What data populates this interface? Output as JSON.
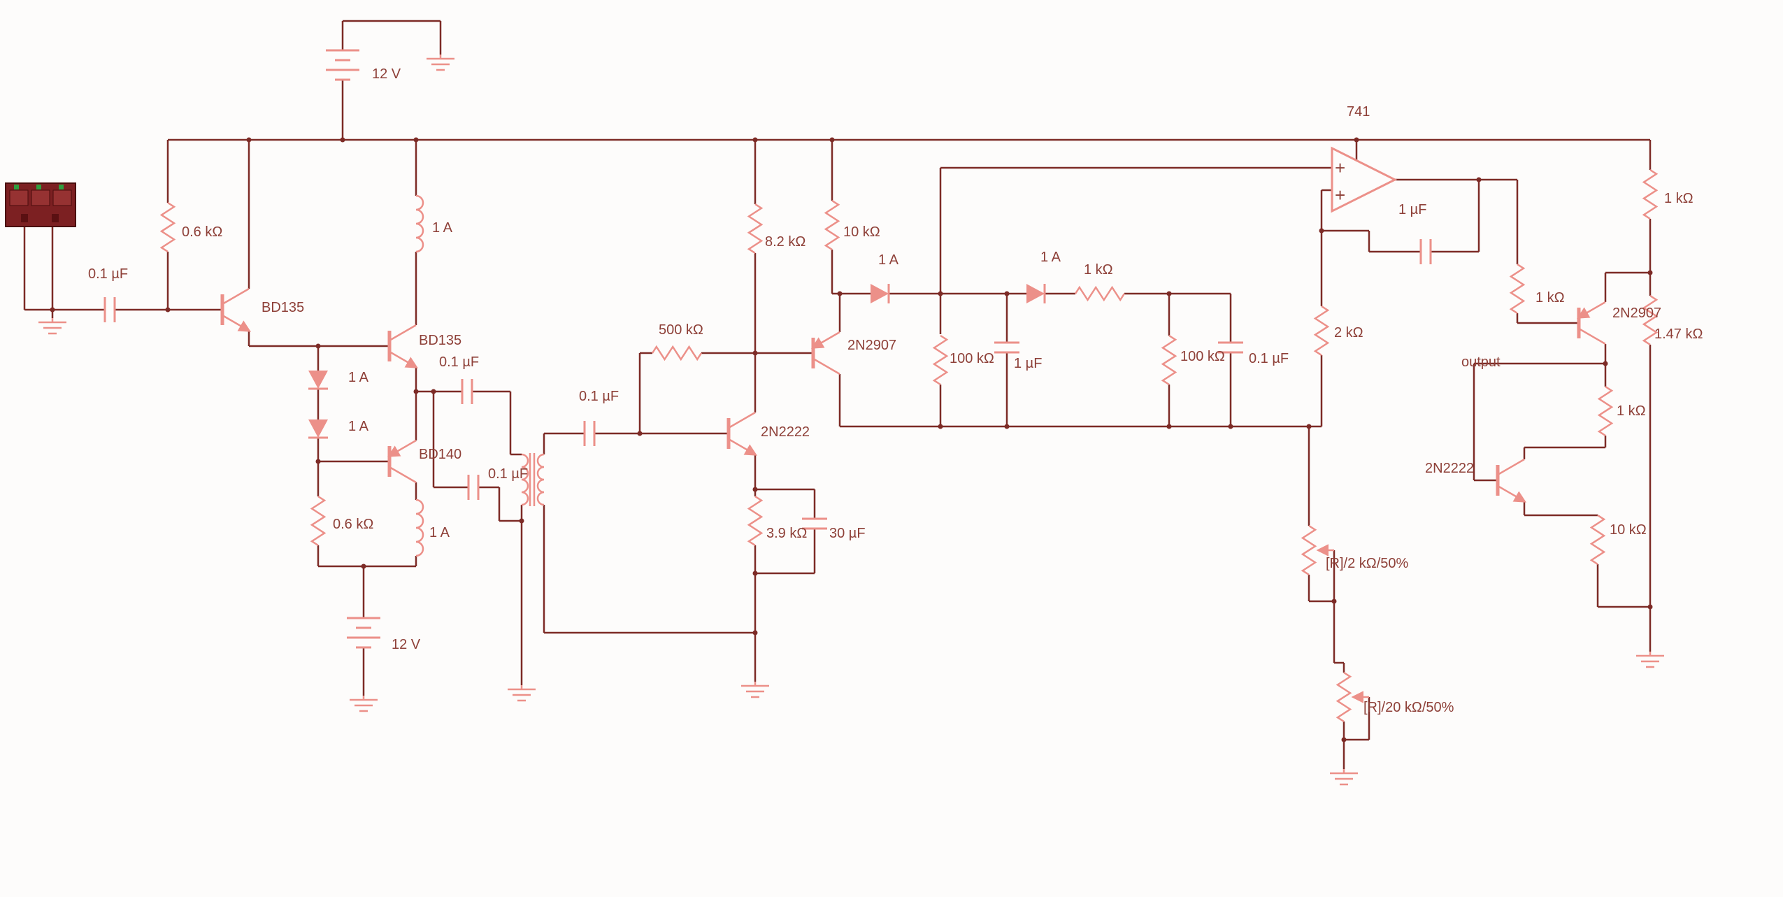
{
  "diagram": {
    "type": "circuit-schematic",
    "colors": {
      "wire": "#7d2b26",
      "component": "#ec9089",
      "text": "#8e4038",
      "connector": "#7c2022",
      "background": "#fdfcfb"
    },
    "power": {
      "top_battery": "12 V",
      "bottom_battery": "12 V"
    },
    "input_stage": {
      "coupling_cap": "0.1 µF",
      "bias_resistor": "0.6 kΩ",
      "q1": "BD135"
    },
    "driver_stage": {
      "choke_top": "1 A",
      "q2": "BD135",
      "coupling_cap": "0.1 µF",
      "diode1": "1 A",
      "diode2": "1 A",
      "q3": "BD140",
      "emitter_resistor": "0.6 kΩ",
      "choke_bottom": "1 A",
      "transformer_cap": "0.1 µF"
    },
    "amp_stage": {
      "feedback_resistor": "500 kΩ",
      "input_cap": "0.1 µF",
      "q4": "2N2222",
      "emitter_resistor": "3.9 kΩ",
      "bypass_cap": "30 µF",
      "collector_resistor": "8.2 kΩ"
    },
    "detector": {
      "load_resistor": "10 kΩ",
      "q5": "2N2907",
      "diode3": "1 A",
      "filter_r1": "100 kΩ",
      "filter_c1": "1 µF",
      "diode4": "1 A",
      "series_r": "1 kΩ",
      "filter_r2": "100 kΩ",
      "filter_c2": "0.1 µF"
    },
    "opamp_stage": {
      "part": "741",
      "plus_top": "+",
      "plus_bottom": "+",
      "feedback_cap": "1 µF",
      "gain_resistor": "2 kΩ",
      "pot1": "[R]/2 kΩ/50%",
      "pot2": "[R]/20 kΩ/50%"
    },
    "output_stage": {
      "collector_r": "1 kΩ",
      "drive_r": "1 kΩ",
      "q6": "2N2907",
      "emitter_r": "1.47 kΩ",
      "output_label": "output",
      "mid_r": "1 kΩ",
      "q7": "2N2222",
      "bottom_r": "10 kΩ"
    }
  }
}
